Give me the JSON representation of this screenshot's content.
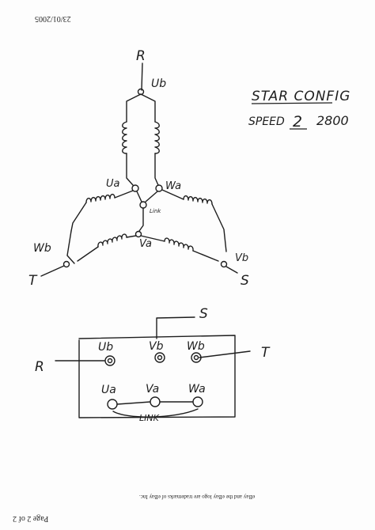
{
  "page": {
    "header_date": "23/01/2005",
    "footer_trademark": "eBay and the eBay logo are trademarks of eBay Inc.",
    "footer_page": "Page 2 of 2"
  },
  "notes": {
    "line1": "STAR CONFIG",
    "line2_prefix": "SPEED",
    "line2_speed": "2",
    "line2_rpm": "2800"
  },
  "star": {
    "phase_r": "R",
    "phase_t": "T",
    "phase_s": "S",
    "terminal_ub": "Ub",
    "terminal_ua": "Ua",
    "terminal_wa": "Wa",
    "terminal_wb": "Wb",
    "terminal_va": "Va",
    "terminal_vb": "Vb",
    "center_link": "Link"
  },
  "box": {
    "phase_s": "S",
    "phase_r": "R",
    "phase_t": "T",
    "top_row": [
      "Ub",
      "Vb",
      "Wb"
    ],
    "bottom_row": [
      "Ua",
      "Va",
      "Wa"
    ],
    "link_label": "LINK"
  },
  "colors": {
    "ink": "#1e1e1e",
    "paper": "#fdfdfd"
  }
}
